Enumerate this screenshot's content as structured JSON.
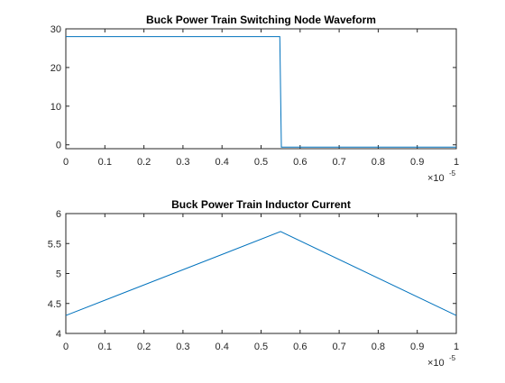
{
  "line_color": "#0072BD",
  "chart_data": [
    {
      "type": "line",
      "title": "Buck Power Train Switching Node Waveform",
      "xlabel": "",
      "ylabel": "",
      "xlim": [
        0,
        1
      ],
      "ylim": [
        -1,
        30
      ],
      "x_ticks": [
        0,
        0.1,
        0.2,
        0.3,
        0.4,
        0.5,
        0.6,
        0.7,
        0.8,
        0.9,
        1
      ],
      "x_tick_labels": [
        "0",
        "0.1",
        "0.2",
        "0.3",
        "0.4",
        "0.5",
        "0.6",
        "0.7",
        "0.8",
        "0.9",
        "1"
      ],
      "y_ticks": [
        0,
        10,
        20,
        30
      ],
      "y_tick_labels": [
        "0",
        "10",
        "20",
        "30"
      ],
      "x_exponent": {
        "base": "×10",
        "power": "-5"
      },
      "grid": false,
      "series": [
        {
          "x": [
            0,
            0.548,
            0.552,
            1
          ],
          "y": [
            28,
            28,
            -0.6,
            -0.6
          ]
        }
      ]
    },
    {
      "type": "line",
      "title": "Buck Power Train Inductor Current",
      "xlabel": "",
      "ylabel": "",
      "xlim": [
        0,
        1
      ],
      "ylim": [
        4,
        6
      ],
      "x_ticks": [
        0,
        0.1,
        0.2,
        0.3,
        0.4,
        0.5,
        0.6,
        0.7,
        0.8,
        0.9,
        1
      ],
      "x_tick_labels": [
        "0",
        "0.1",
        "0.2",
        "0.3",
        "0.4",
        "0.5",
        "0.6",
        "0.7",
        "0.8",
        "0.9",
        "1"
      ],
      "y_ticks": [
        4,
        4.5,
        5,
        5.5,
        6
      ],
      "y_tick_labels": [
        "4",
        "4.5",
        "5",
        "5.5",
        "6"
      ],
      "x_exponent": {
        "base": "×10",
        "power": "-5"
      },
      "grid": false,
      "series": [
        {
          "x": [
            0,
            0.55,
            1
          ],
          "y": [
            4.3,
            5.7,
            4.3
          ]
        }
      ]
    }
  ]
}
